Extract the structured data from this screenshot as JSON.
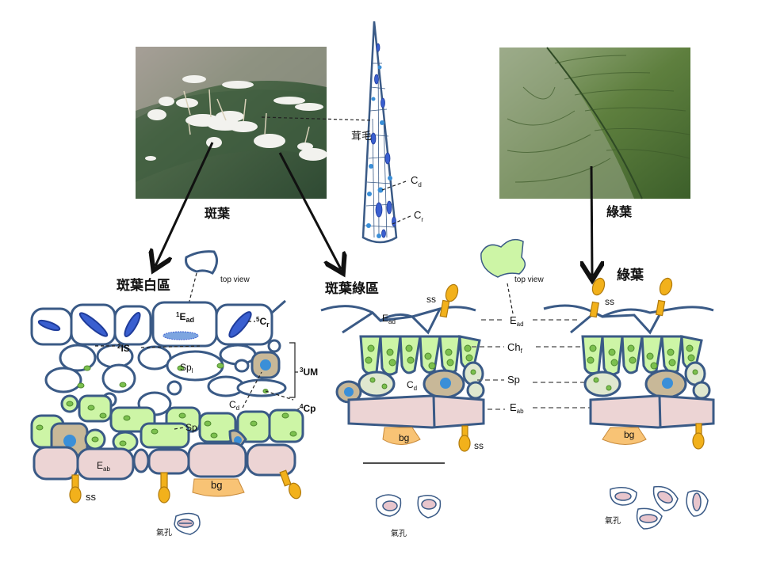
{
  "photos": {
    "spotted_leaf": {
      "caption": "斑葉",
      "description": "photo of spotted leaf with white patches and hairs"
    },
    "green_leaf": {
      "caption": "綠葉",
      "description": "photo of green leaf surface"
    }
  },
  "trichome": {
    "label": "茸毛",
    "labels": {
      "cd": "C",
      "cd_sub": "d",
      "cr": "C",
      "cr_sub": "r"
    }
  },
  "panels": {
    "white_area": {
      "title": "斑葉白區",
      "top_view": "top view",
      "labels": {
        "ead": {
          "sup": "1",
          "main": "E",
          "sub": "ad"
        },
        "cr": {
          "sup": "5",
          "main": "C",
          "sub": "r"
        },
        "is": {
          "sup": "2",
          "main": "IS"
        },
        "um": {
          "sup": "3",
          "main": "UM"
        },
        "cp": {
          "sup": "4",
          "main": "Cp"
        },
        "spl": {
          "main": "Sp",
          "sub": "l"
        },
        "cd": {
          "main": "C",
          "sub": "d"
        },
        "sp": "Sp",
        "eab": {
          "main": "E",
          "sub": "ab"
        },
        "ss": "ss",
        "bg": "bg"
      },
      "stoma_label": "氣孔"
    },
    "green_area": {
      "title": "斑葉綠區",
      "top_view": "top view",
      "labels": {
        "ss_top": "ss",
        "ead": {
          "main": "E",
          "sub": "ad"
        },
        "cd": {
          "main": "C",
          "sub": "d"
        },
        "bg": "bg",
        "ss_bottom": "ss"
      },
      "stoma_label": "氣孔"
    },
    "legend_column": {
      "items": [
        {
          "main": "E",
          "sub": "ad"
        },
        {
          "main": "Ch",
          "sub": "f"
        },
        {
          "main": "Sp",
          "sub": ""
        },
        {
          "main": "E",
          "sub": "ab"
        }
      ]
    },
    "green_leaf": {
      "title": "綠葉",
      "labels": {
        "ss": "ss",
        "bg": "bg"
      },
      "stoma_label": "氣孔"
    }
  },
  "colors": {
    "cell_outline": "#3a5a86",
    "chlorenchyma": "#cdf5a6",
    "chloroplast": "#7cc04f",
    "spongy": "#dfe8cf",
    "crystal_cell": "#c8b898",
    "abaxial_epidermis": "#ecd4d4",
    "secretory_scale": "#f2b11b",
    "gland": "#f8c375",
    "raphide": "#3a5fd0"
  }
}
